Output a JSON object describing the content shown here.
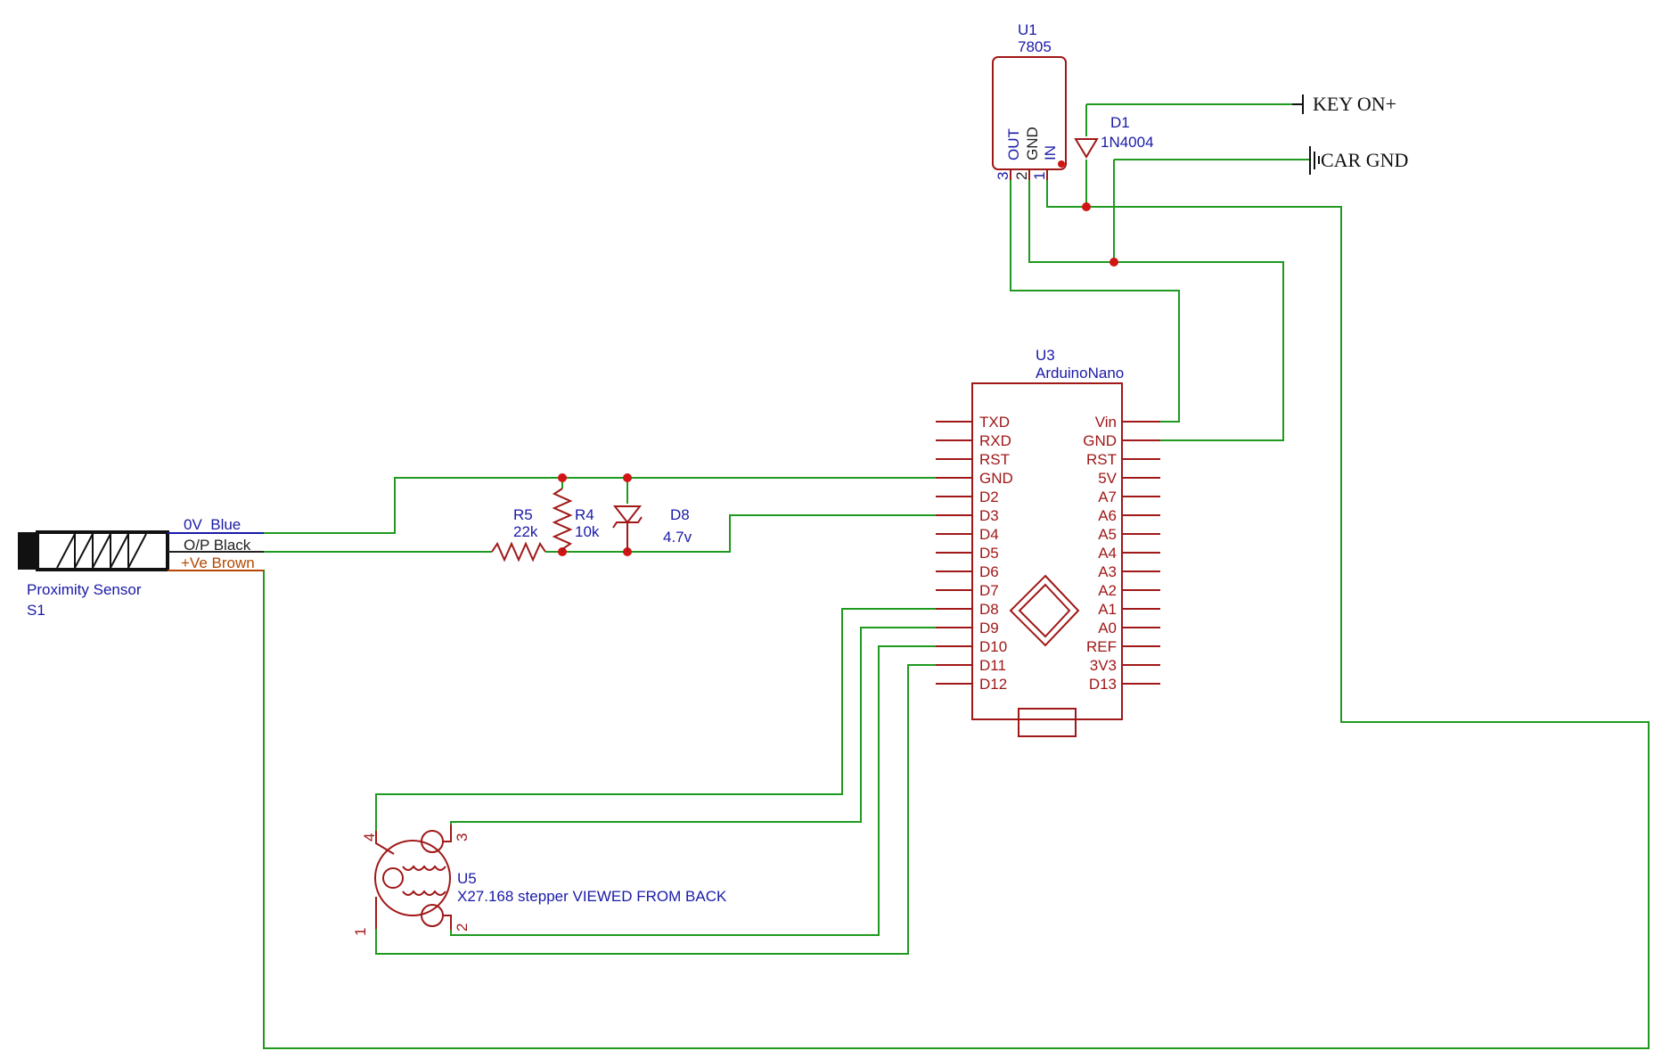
{
  "regulator": {
    "designator": "U1",
    "value": "7805",
    "pin_out": "OUT",
    "pin_gnd": "GND",
    "pin_in": "IN",
    "pin_num_out": "3",
    "pin_num_gnd": "2",
    "pin_num_in": "1"
  },
  "diode": {
    "designator": "D1",
    "value": "1N4004"
  },
  "supply": {
    "key_on": "KEY ON+",
    "car_gnd": "CAR GND"
  },
  "arduino": {
    "designator": "U3",
    "value": "ArduinoNano",
    "left_pins": [
      "TXD",
      "RXD",
      "RST",
      "GND",
      "D2",
      "D3",
      "D4",
      "D5",
      "D6",
      "D7",
      "D8",
      "D9",
      "D10",
      "D11",
      "D12"
    ],
    "right_pins": [
      "Vin",
      "GND",
      "RST",
      "5V",
      "A7",
      "A6",
      "A5",
      "A4",
      "A3",
      "A2",
      "A1",
      "A0",
      "REF",
      "3V3",
      "D13"
    ]
  },
  "r5": {
    "designator": "R5",
    "value": "22k"
  },
  "r4": {
    "designator": "R4",
    "value": "10k"
  },
  "zener": {
    "designator": "D8",
    "value": "4.7v"
  },
  "sensor": {
    "name": "Proximity Sensor",
    "designator": "S1",
    "wire_0v": "0V  Blue",
    "wire_op": "O/P Black",
    "wire_ve": "+Ve Brown"
  },
  "stepper": {
    "designator": "U5",
    "value": "X27.168 stepper VIEWED FROM BACK",
    "pin_4": "4",
    "pin_3": "3",
    "pin_1": "1",
    "pin_2": "2"
  },
  "colors": {
    "wire": "#1f9a1f",
    "part": "#a01818",
    "label": "#1a1aa8",
    "junction": "#d11515"
  }
}
